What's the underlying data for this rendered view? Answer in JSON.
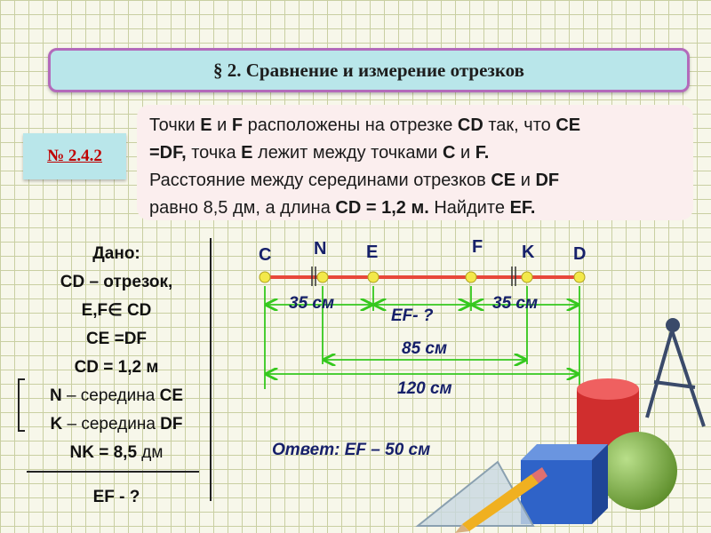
{
  "header": {
    "title": "§ 2. Сравнение и измерение отрезков"
  },
  "badge": {
    "label": "№ 2.4.2"
  },
  "problem": {
    "p1": "Точки ",
    "E": "E",
    "p2": " и ",
    "F": "F",
    "p3": " расположены на отрезке ",
    "CD": "CD",
    "p4": " так, что  ",
    "CE_eq": "CE =DF,",
    "p5": " точка ",
    "E2": "E",
    "p6": " лежит между точками ",
    "C": "C",
    "p7": " и ",
    "F2": "F.",
    "line3a": "Расстояние между серединами отрезков ",
    "CE": "CE",
    "p8": "  и ",
    "DF": "DF",
    "line4a": "равно 8,5 дм, а длина  ",
    "CDeq": "CD = 1,2 м.",
    "line4b": " Найдите ",
    "EF": "EF."
  },
  "given": {
    "title": "Дано:",
    "l1": "CD – отрезок,",
    "l2": "E,F∈ CD",
    "l3": "CE =DF",
    "l4": "CD = 1,2 м",
    "l5a": "N",
    "l5b": " – середина ",
    "l5c": "CE",
    "l6a": "K",
    "l6b": " – середина ",
    "l6c": "DF",
    "l7a": "NK = 8,5",
    "l7b": " дм",
    "ask": "EF - ?"
  },
  "diagram": {
    "points": [
      "C",
      "N",
      "E",
      "F",
      "K",
      "D"
    ],
    "m1": "35 см",
    "m2": "EF- ?",
    "m3": "35 см",
    "m4": "85 см",
    "m5": "120 см"
  },
  "answer": "Ответ:  EF – 50 см",
  "colors": {
    "segment": "#e8483a",
    "point": "#f3e94a",
    "dims": "#35c81e",
    "label": "#16206a"
  }
}
